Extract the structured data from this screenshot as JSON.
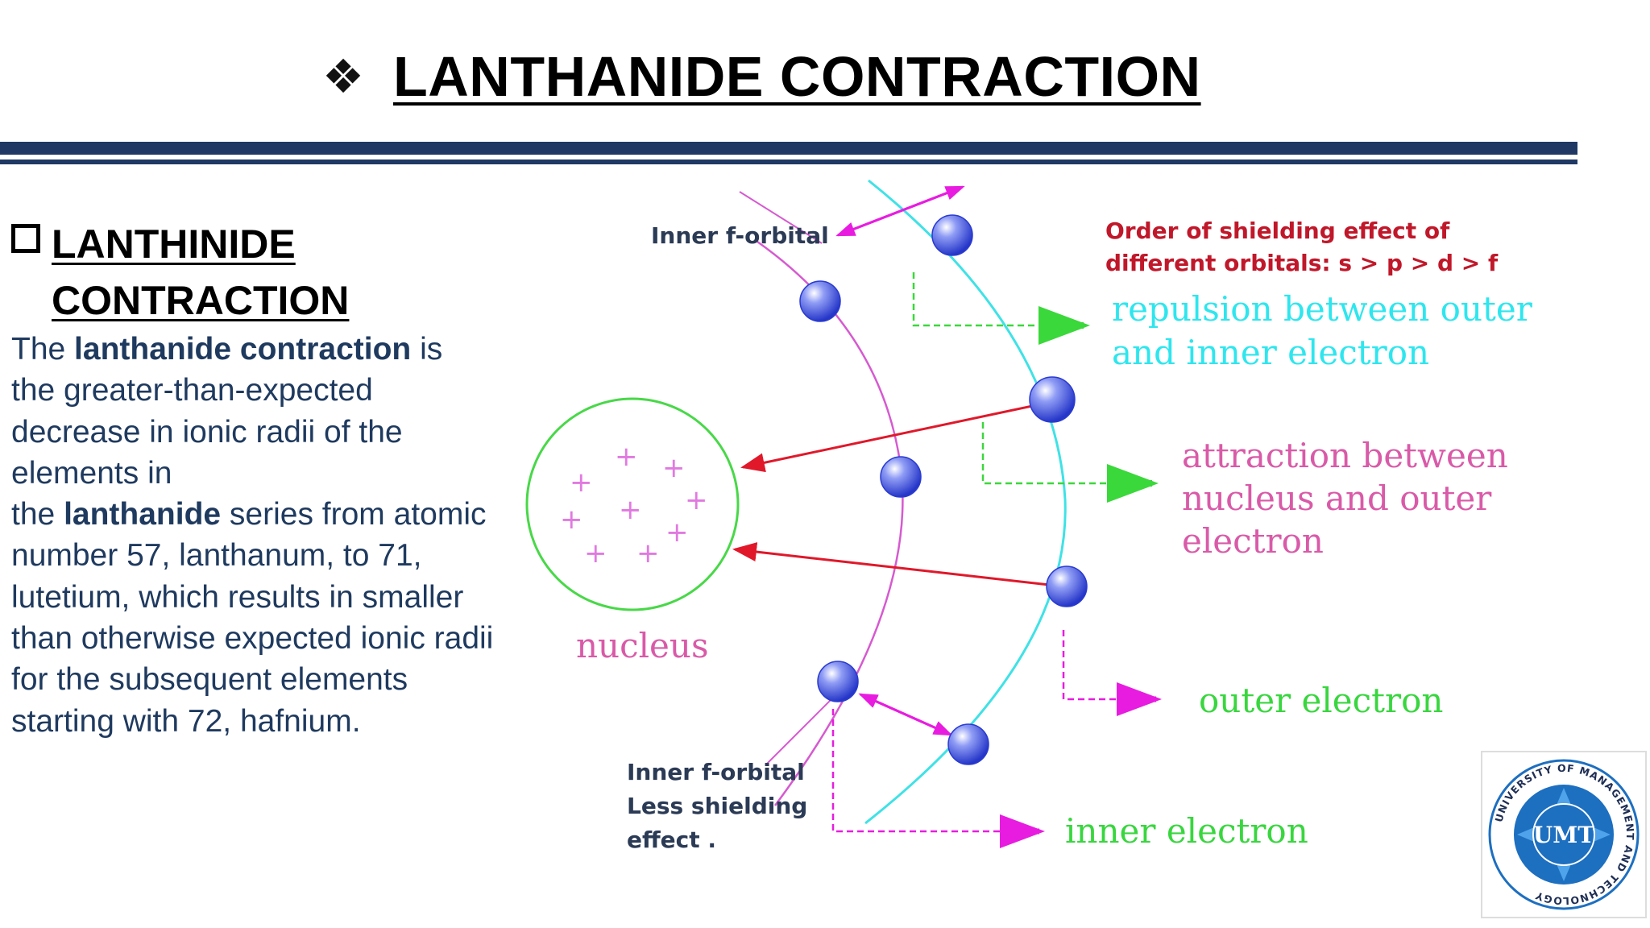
{
  "title": {
    "bullet": "❖",
    "text": "LANTHANIDE CONTRACTION"
  },
  "side": {
    "heading_line1": "LANTHINIDE",
    "heading_line2": "CONTRACTION",
    "p1_a": "The ",
    "p1_b": "lanthanide contraction",
    "p1_c": " is the greater-than-expected decrease in ionic radii of the elements in",
    "p2_a": "the ",
    "p2_b": "lanthanide",
    "p2_c": " series from atomic number 57, lanthanum, to 71, lutetium, which results in smaller than otherwise expected ionic radii for the subsequent elements starting with 72, hafnium."
  },
  "diagram": {
    "inner_f_orbital_top": "Inner f-orbital",
    "order_line1": "Order of shielding effect of",
    "order_line2": "different orbitals: s > p > d > f",
    "repulsion_line1": "repulsion between outer",
    "repulsion_line2": "and inner electron",
    "attraction_line1": "attraction between",
    "attraction_line2": "nucleus and outer",
    "attraction_line3": "electron",
    "nucleus": "nucleus",
    "outer_electron": "outer electron",
    "inner_electron": "inner electron",
    "inner_bottom_line1": "Inner f-orbital",
    "inner_bottom_line2": "Less shielding",
    "inner_bottom_line3": "effect .",
    "plus": "+"
  },
  "logo": {
    "initials": "UMT",
    "ring_text": "UNIVERSITY OF MANAGEMENT AND TECHNOLOGY"
  },
  "colors": {
    "rule": "#1f3864",
    "body_text": "#1f3a5f",
    "nucleus_ring": "#48d848",
    "inner_orbit": "#d65ad0",
    "outer_orbit": "#3fe2e6",
    "red_arrow": "#e0182a",
    "green_arrow": "#3ad83a",
    "magenta_arrow": "#e81ce0",
    "electron": "#3a52e0",
    "logo_blue": "#1d6fc0"
  }
}
